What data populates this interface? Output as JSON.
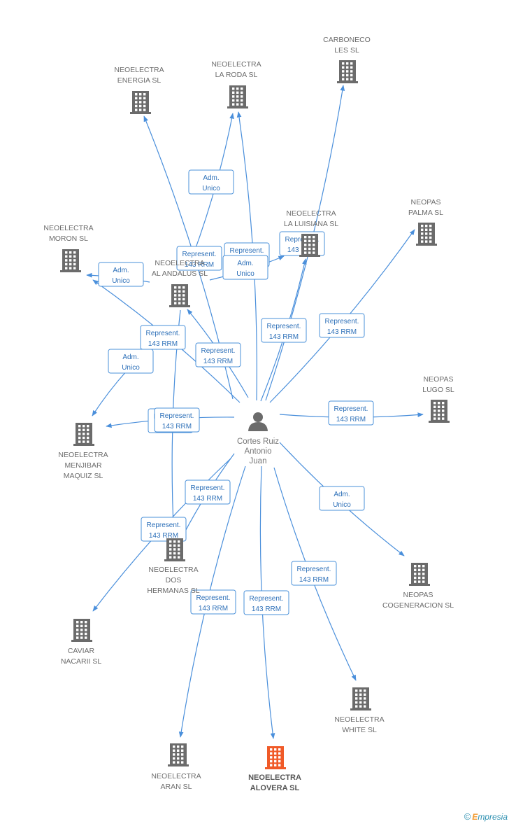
{
  "colors": {
    "edge": "#4a8fdb",
    "company": "#6b6b6b",
    "highlight_company": "#f05a28",
    "person": "#6b6b6b",
    "label_text": "#2c6fb8"
  },
  "person": {
    "icon": "person-icon",
    "lines": [
      "Cortes Ruiz",
      "Antonio",
      "Juan"
    ]
  },
  "companies": [
    {
      "id": "energia",
      "lines": [
        "NEOELECTRA",
        "ENERGIA  SL"
      ],
      "highlight": false
    },
    {
      "id": "laroda",
      "lines": [
        "NEOELECTRA",
        "LA RODA SL"
      ],
      "highlight": false
    },
    {
      "id": "carboneco",
      "lines": [
        "CARBONECO",
        "LES SL"
      ],
      "highlight": false
    },
    {
      "id": "moron",
      "lines": [
        "NEOELECTRA",
        "MORON SL"
      ],
      "highlight": false
    },
    {
      "id": "andalus",
      "lines": [
        "NEOELECTRA",
        "AL ANDALUS SL"
      ],
      "highlight": false
    },
    {
      "id": "luisiana",
      "lines": [
        "NEOELECTRA",
        "LA LUISIANA SL"
      ],
      "highlight": false
    },
    {
      "id": "palma",
      "lines": [
        "NEOPAS",
        "PALMA SL"
      ],
      "highlight": false
    },
    {
      "id": "lugo",
      "lines": [
        "NEOPAS",
        "LUGO SL"
      ],
      "highlight": false
    },
    {
      "id": "menjibar",
      "lines": [
        "NEOELECTRA",
        "MENJIBAR",
        "MAQUIZ SL"
      ],
      "highlight": false
    },
    {
      "id": "doshermanas",
      "lines": [
        "NEOELECTRA",
        "DOS",
        "HERMANAS SL"
      ],
      "highlight": false
    },
    {
      "id": "cogeneracion",
      "lines": [
        "NEOPAS",
        "COGENERACION SL"
      ],
      "highlight": false
    },
    {
      "id": "caviar",
      "lines": [
        "CAVIAR",
        "NACARII SL"
      ],
      "highlight": false
    },
    {
      "id": "white",
      "lines": [
        "NEOELECTRA",
        "WHITE SL"
      ],
      "highlight": false
    },
    {
      "id": "aran",
      "lines": [
        "NEOELECTRA",
        "ARAN SL"
      ],
      "highlight": false
    },
    {
      "id": "alovera",
      "lines": [
        "NEOELECTRA",
        "ALOVERA SL"
      ],
      "highlight": true
    }
  ],
  "edges": [
    {
      "to": "energia",
      "label": [
        "Represent.",
        "143 RRM"
      ]
    },
    {
      "to": "laroda",
      "label": [
        "Adm.",
        "Unico"
      ]
    },
    {
      "to": "laroda",
      "label": [
        "Represent.",
        "143 RRM"
      ]
    },
    {
      "to": "carboneco",
      "label": [
        "Represent.",
        "143 RRM"
      ]
    },
    {
      "to": "moron",
      "label": [
        "Adm.",
        "Unico"
      ]
    },
    {
      "to": "moron",
      "label": [
        "Represent.",
        "143 RRM"
      ]
    },
    {
      "to": "andalus",
      "label": [
        "Represent.",
        "143 RRM"
      ]
    },
    {
      "to": "luisiana",
      "label": [
        "Adm.",
        "Unico"
      ]
    },
    {
      "to": "luisiana",
      "label": [
        "Represent.",
        "143 RRM"
      ]
    },
    {
      "to": "palma",
      "label": [
        "Represent.",
        "143 RRM"
      ]
    },
    {
      "to": "lugo",
      "label": [
        "Represent.",
        "143 RRM"
      ]
    },
    {
      "to": "menjibar",
      "label": [
        "Adm.",
        "Unico"
      ]
    },
    {
      "to": "menjibar",
      "label": [
        "Represent.",
        "143 RRM"
      ]
    },
    {
      "to": "doshermanas",
      "label": [
        "Represent.",
        "143 RRM"
      ]
    },
    {
      "to": "doshermanas",
      "label": [
        "Represent.",
        "143 RRM"
      ]
    },
    {
      "to": "cogeneracion",
      "label": [
        "Adm.",
        "Unico"
      ]
    },
    {
      "to": "caviar",
      "label": [
        "Represent.",
        "143 RRM"
      ]
    },
    {
      "to": "white",
      "label": [
        "Represent.",
        "143 RRM"
      ]
    },
    {
      "to": "aran",
      "label": [
        "Represent.",
        "143 RRM"
      ]
    },
    {
      "to": "alovera",
      "label": [
        "Represent.",
        "143 RRM"
      ]
    }
  ],
  "footer": {
    "copyright": "©",
    "brand_first": "E",
    "brand_rest": "mpresia"
  }
}
